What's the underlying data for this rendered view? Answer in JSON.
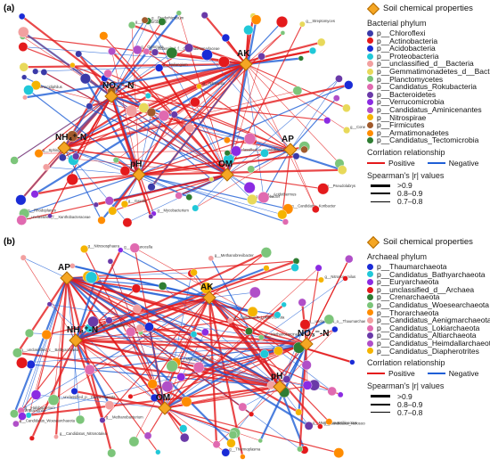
{
  "panel_a": {
    "label": "(a)",
    "center_labels": [
      "AK",
      "NO₃⁻-N",
      "NH₄⁺-N",
      "pH",
      "OM",
      "AP"
    ],
    "node_labels": [
      "g__unclassified_f__Gemmatimonadaceae",
      "g__Bradyrhizobium",
      "g__Candidatus_Koribacter",
      "g__Rhodoplanes",
      "g__unclassified_f__Xanthobacteraceae",
      "g__Solirubrobacter",
      "g__Conexibacter",
      "g__Acidothermus",
      "g__Mycobacterium",
      "g__Nitrospira",
      "g__Streptomyces",
      "g__Gaiella",
      "g__Sphingomonas",
      "g__Bryobacter",
      "g__Haliangium",
      "g__Pseudolabrys",
      "g__unclassified_o__Acidobacteriales",
      "g__Terracidiphilus",
      "g__Gemmata"
    ],
    "legend": {
      "title": "Soil chemical properties",
      "section": "Bacterial phylum",
      "items": [
        {
          "label": "p__Chloroflexi",
          "color": "#3a3aa8"
        },
        {
          "label": "p__Actinobacteria",
          "color": "#e41a1c"
        },
        {
          "label": "p__Acidobacteria",
          "color": "#1a2bd6"
        },
        {
          "label": "p__Proteobacteria",
          "color": "#20c8d8"
        },
        {
          "label": "p__unclassified_d__Bacteria",
          "color": "#f2a0a0"
        },
        {
          "label": "p__Gemmatimonadetes_d__Bacteria",
          "color": "#e8d95a"
        },
        {
          "label": "p__Planctomycetes",
          "color": "#7cc57a"
        },
        {
          "label": "p__Candidatus_Rokubacteria",
          "color": "#e06ab0"
        },
        {
          "label": "p__Bacteroidetes",
          "color": "#6a3aa8"
        },
        {
          "label": "p__Verrucomicrobia",
          "color": "#8b2be2"
        },
        {
          "label": "p__Candidatus_Aminicenantes",
          "color": "#b04fc8"
        },
        {
          "label": "p__Nitrospirae",
          "color": "#f5b400"
        },
        {
          "label": "p__Firmicutes",
          "color": "#a05a2c"
        },
        {
          "label": "p__Armatimonadetes",
          "color": "#ff8c00"
        },
        {
          "label": "p__Candidatus_Tectomicrobia",
          "color": "#2e7d32"
        }
      ],
      "corr_title": "Corrlation relationship",
      "positive": "Positive",
      "negative": "Negative",
      "spearman_title": "Spearman's |r| values",
      "levels": [
        ">0.9",
        "0.8–0.9",
        "0.7–0.8"
      ]
    }
  },
  "panel_b": {
    "label": "(b)",
    "center_labels": [
      "AK",
      "AP",
      "NH₄⁺-N",
      "OM",
      "pH",
      "NO₃⁻-N"
    ],
    "node_labels": [
      "g__unclassified_o__Thaumarchaeota",
      "g__Candidatus_Nitrosocosmicus",
      "g__Methanobrevibacter",
      "g__Methanosarcina",
      "g__Candidatus_Nitrosotalea",
      "g__Methanocella",
      "g__Methanothrix",
      "g__Nitrososphaera",
      "g__unclassified_c__Bathyarchaeia",
      "g__Halobacterium",
      "g__Methanoculleus",
      "g__Candidatus_Woesearchaeota",
      "g__unclassified_p__Euryarchaeota",
      "g__Methanobacterium",
      "g__Candidatus_Lokiarchaeota",
      "g__Thermoplasma",
      "g__Nitrosopumilus",
      "g__Methanospirillum",
      "g__Methanomassiliicoccus"
    ],
    "legend": {
      "title": "Soil chemical properties",
      "section": "Archaeal phylum",
      "items": [
        {
          "label": "p__Thaumarchaeota",
          "color": "#1a2bd6"
        },
        {
          "label": "p__Candidatus_Bathyarchaeota",
          "color": "#20c8d8"
        },
        {
          "label": "p__Euryarchaeota",
          "color": "#8b2be2"
        },
        {
          "label": "p__unclassified_d__Archaea",
          "color": "#e41a1c"
        },
        {
          "label": "p__Crenarchaeota",
          "color": "#2e7d32"
        },
        {
          "label": "p__Candidatus_Woesearchaeota",
          "color": "#7cc57a"
        },
        {
          "label": "p__Thorarchaeota",
          "color": "#ff8c00"
        },
        {
          "label": "p__Candidatus_Aenigmarchaeota",
          "color": "#f2a0a0"
        },
        {
          "label": "p__Candidatus_Lokiarchaeota",
          "color": "#e06ab0"
        },
        {
          "label": "p__Candidatus_Altiarchaeota",
          "color": "#6a3aa8"
        },
        {
          "label": "p__Candidatus_Heimdallarchaeota",
          "color": "#b04fc8"
        },
        {
          "label": "p__Candidatus_Diapherotrites",
          "color": "#f5b400"
        }
      ],
      "corr_title": "Corrlation relationship",
      "positive": "Positive",
      "negative": "Negative",
      "spearman_title": "Spearman's |r| values",
      "levels": [
        ">0.9",
        "0.8–0.9",
        "0.7–0.8"
      ]
    }
  },
  "colors": {
    "positive": "#e41a1c",
    "negative": "#1f5fd6",
    "hub_fill": "#f5a623",
    "hub_stroke": "#b36b00"
  }
}
